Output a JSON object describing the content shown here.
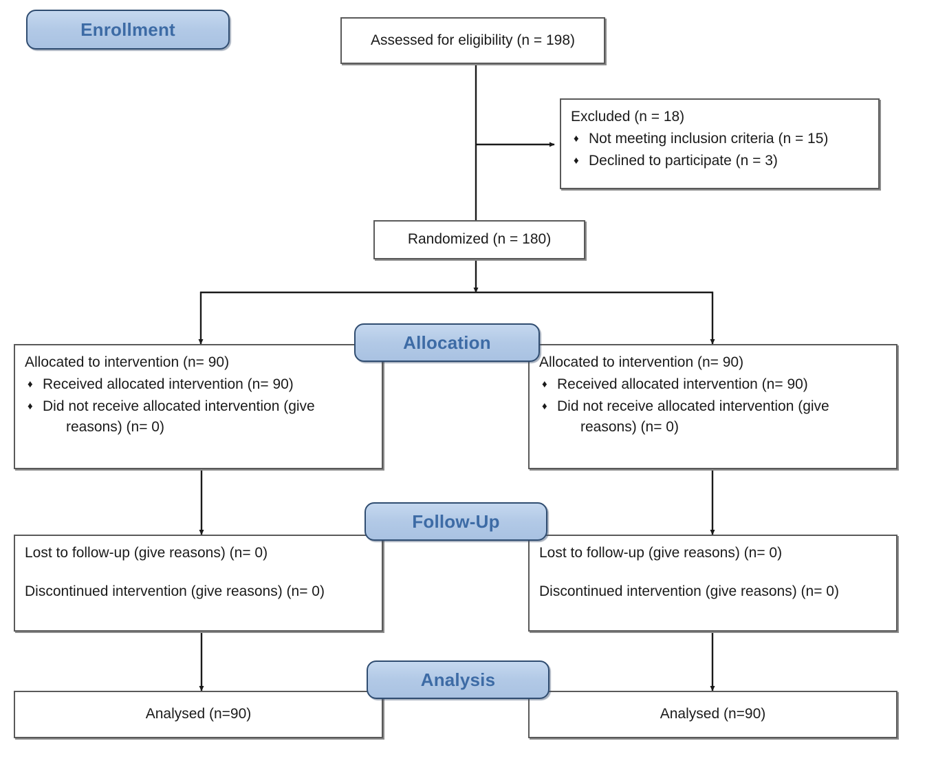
{
  "diagram": {
    "title": "CONSORT participant flow diagram",
    "colors": {
      "stage_fill": "#b2c9e6",
      "stage_border": "#2f4c70",
      "stage_text": "#3d6ba5",
      "box_border": "#595959",
      "box_shadow": "#8c8c8c",
      "connector": "#1a1a1a",
      "background": "#ffffff"
    },
    "bullet_glyph": "♦"
  },
  "stages": [
    {
      "id": "enrollment",
      "label": "Enrollment"
    },
    {
      "id": "allocation",
      "label": "Allocation"
    },
    {
      "id": "followup",
      "label": "Follow-Up"
    },
    {
      "id": "analysis",
      "label": "Analysis"
    }
  ],
  "boxes": {
    "assessed": {
      "text": "Assessed for eligibility (n = 198)"
    },
    "excluded": {
      "heading": "Excluded (n = 18)",
      "bullets": [
        "Not meeting inclusion criteria (n = 15)",
        "Declined to participate (n = 3)"
      ]
    },
    "randomized": {
      "text": "Randomized (n = 180)"
    },
    "allocated_left": {
      "heading": "Allocated to intervention (n= 90)",
      "bullets": [
        "Received allocated intervention (n= 90)",
        "Did not receive allocated intervention (give"
      ],
      "bullet_continuation": "reasons) (n= 0)"
    },
    "allocated_right": {
      "heading": "Allocated to intervention (n= 90)",
      "bullets": [
        "Received allocated intervention (n= 90)",
        "Did not receive allocated intervention (give"
      ],
      "bullet_continuation": "reasons) (n= 0)"
    },
    "followup_left": {
      "line1": "Lost to follow-up (give reasons) (n= 0)",
      "line2": "Discontinued intervention (give reasons) (n= 0)"
    },
    "followup_right": {
      "line1": "Lost to follow-up (give reasons) (n= 0)",
      "line2": "Discontinued intervention (give reasons) (n= 0)"
    },
    "analysed_left": {
      "text": "Analysed (n=90)"
    },
    "analysed_right": {
      "text": "Analysed (n=90)"
    }
  }
}
